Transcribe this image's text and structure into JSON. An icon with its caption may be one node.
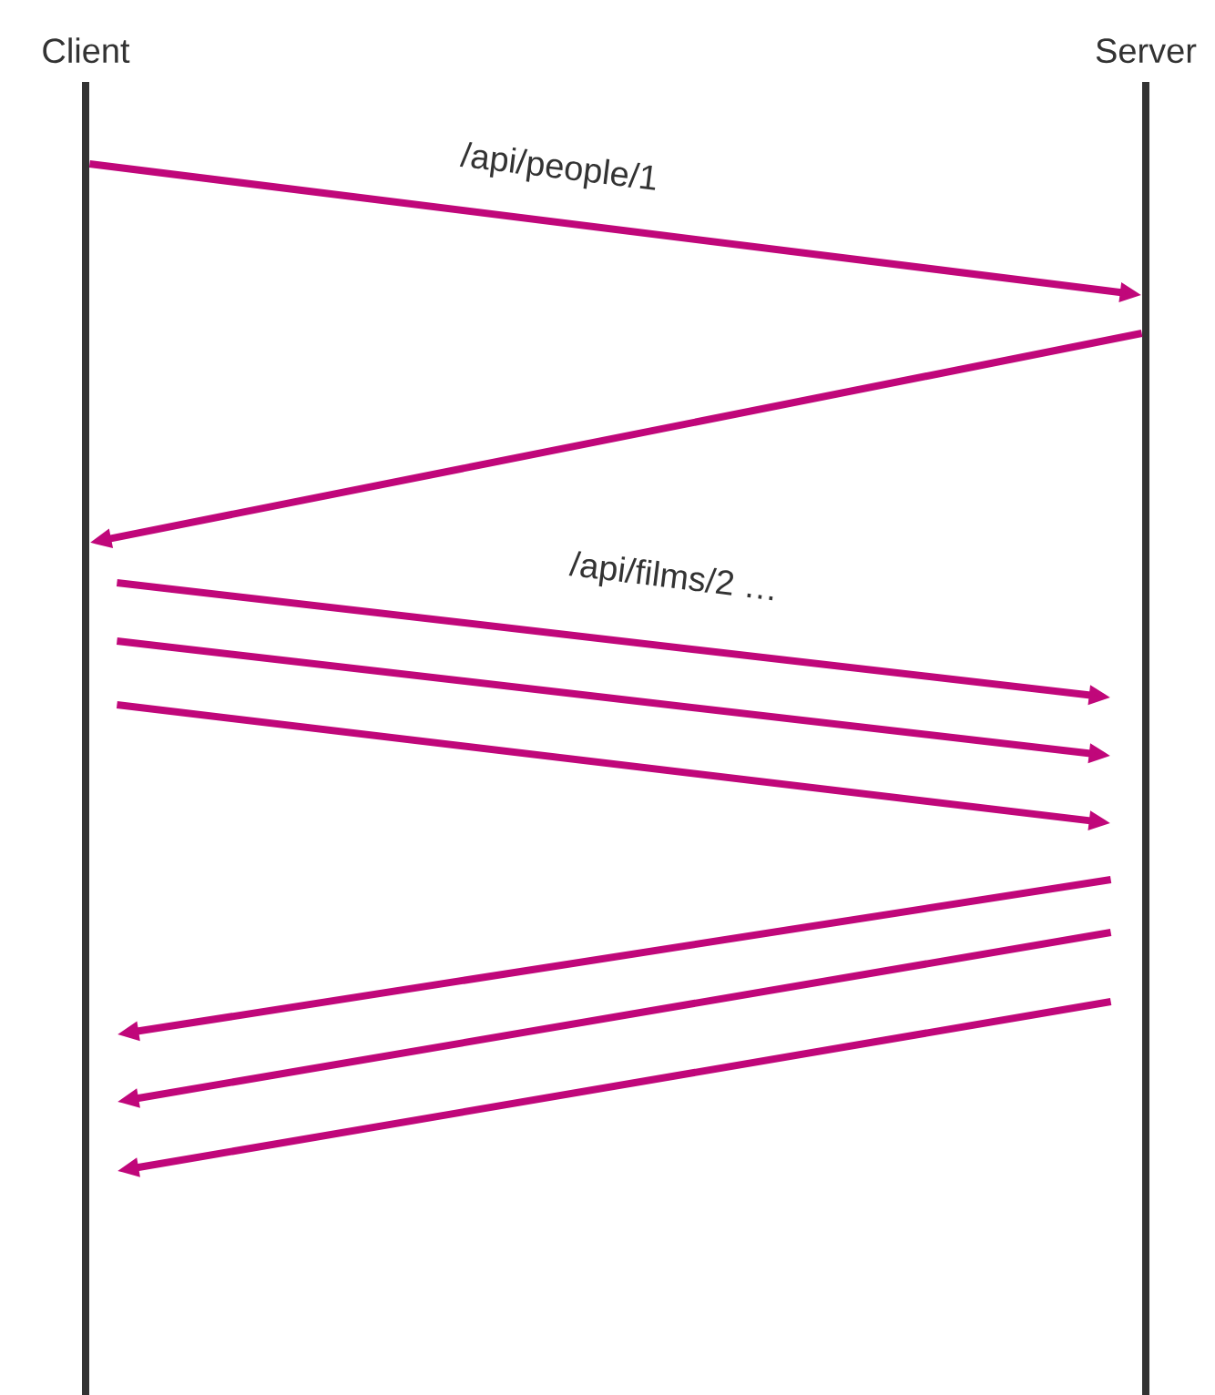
{
  "diagram": {
    "nodes": [
      {
        "text": [
          "Client"
        ]
      },
      {
        "text": [
          "Server"
        ]
      }
    ],
    "edges": [
      {
        "from": 0,
        "to": 1,
        "arrow": "to",
        "label": "/api/people/1"
      },
      {
        "from": 1,
        "to": 0,
        "arrow": "to"
      },
      {
        "from": 0,
        "to": 1,
        "arrow": "to",
        "label": "/api/films/2 …"
      },
      {
        "from": 0,
        "to": 1,
        "arrow": "to"
      },
      {
        "from": 0,
        "to": 1,
        "arrow": "to"
      },
      {
        "from": 1,
        "to": 0,
        "arrow": "to"
      },
      {
        "from": 1,
        "to": 0,
        "arrow": "to"
      },
      {
        "from": 1,
        "to": 0,
        "arrow": "to"
      }
    ]
  }
}
